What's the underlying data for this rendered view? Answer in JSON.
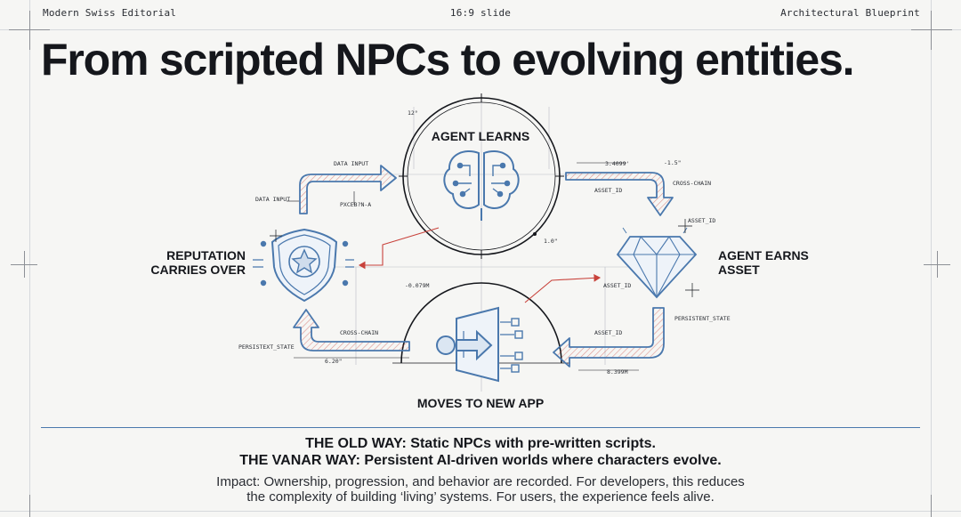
{
  "meta": {
    "left": "Modern Swiss Editorial",
    "center": "16:9 slide",
    "right": "Architectural Blueprint"
  },
  "headline": "From scripted NPCs to evolving entities.",
  "colors": {
    "ink": "#15171c",
    "blueprint_blue": "#4a78ad",
    "accent_red": "#c8423b",
    "paper": "#f6f6f4"
  },
  "cycle": {
    "top": {
      "label": "AGENT LEARNS",
      "icon": "brain-icon"
    },
    "right": {
      "label_1": "AGENT EARNS",
      "label_2": "ASSET",
      "icon": "diamond-icon"
    },
    "bottom": {
      "label": "MOVES TO NEW APP",
      "icon": "portal-icon"
    },
    "left": {
      "label_1": "REPUTATION",
      "label_2": "CARRIES OVER",
      "icon": "shield-star-icon"
    }
  },
  "annotations": {
    "deg": "12°",
    "data_input_1": "DATA INPUT",
    "data_input_2": "DATA INPUT",
    "pkg": "PXCEB?N-A",
    "dim_top": "3.4099'",
    "dim_top_b": "-1.5\"",
    "asset_id_1": "ASSET_ID",
    "cross_chain_1": "CROSS-CHAIN",
    "asset_id_2": "ASSET_ID",
    "one_inch": "1.0\"",
    "asset_id_3": "ASSET_ID",
    "persistent_1": "PERSISTENT_STATE",
    "neg_dim": "-0.079M",
    "asset_id_4": "ASSET_ID",
    "cross_chain_2": "CROSS-CHAIN",
    "persistent_2": "PERSISTEXT_STATE",
    "dim_left": "6.20\"",
    "dim_right": "8.399M"
  },
  "footer": {
    "old_way": "THE OLD WAY: Static NPCs with pre-written scripts.",
    "new_way": "THE VANAR WAY: Persistent AI-driven worlds where characters evolve.",
    "impact_line_1": "Impact: Ownership, progression, and behavior are recorded. For developers, this reduces",
    "impact_line_2": "the complexity of building ‘living’ systems. For users, the experience feels alive."
  }
}
